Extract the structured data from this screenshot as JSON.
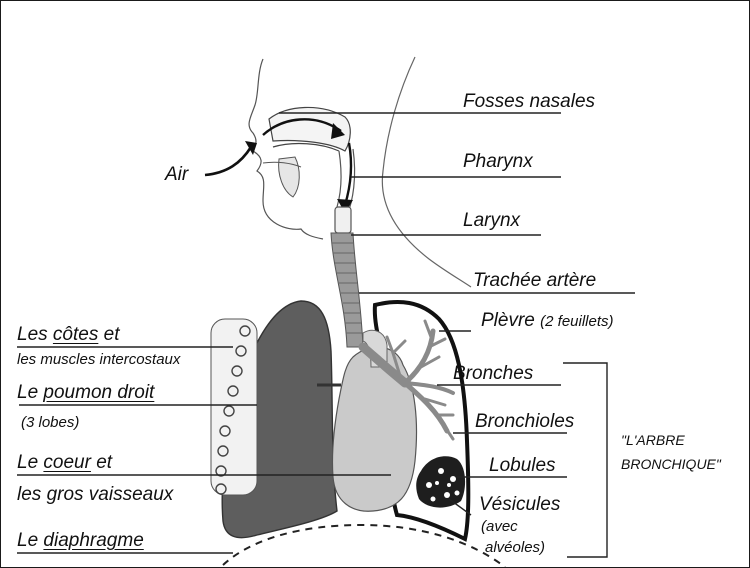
{
  "labels": {
    "air": "Air",
    "fosses_nasales": "Fosses nasales",
    "pharynx": "Pharynx",
    "larynx": "Larynx",
    "trachee_arte": "Trachée artère",
    "plevre": "Plèvre",
    "plevre_note": "(2 feuillets)",
    "bronches": "Bronches",
    "bronchioles": "Bronchioles",
    "lobules": "Lobules",
    "vesicules": "Vésicules",
    "vesicules_note_1": "(avec",
    "vesicules_note_2": "alvéoles)",
    "arbre_1": "\"L'ARBRE",
    "arbre_2": "BRONCHIQUE\"",
    "cotes_1_pre": "Les ",
    "cotes_1_u": "côtes",
    "cotes_1_post": " et",
    "cotes_2": "les muscles intercostaux",
    "poumon_pre": "Le ",
    "poumon_u": "poumon droit",
    "poumon_note": "(3 lobes)",
    "coeur_pre": "Le ",
    "coeur_u": "coeur",
    "coeur_post": " et",
    "vaisseaux": "les gros vaisseaux",
    "diaphragme_pre": "Le ",
    "diaphragme_u": "diaphragme"
  },
  "colors": {
    "outline": "#222222",
    "lung_dark": "#5b5b5b",
    "heart": "#c9c9c9",
    "trachea": "#8c8c8c"
  }
}
